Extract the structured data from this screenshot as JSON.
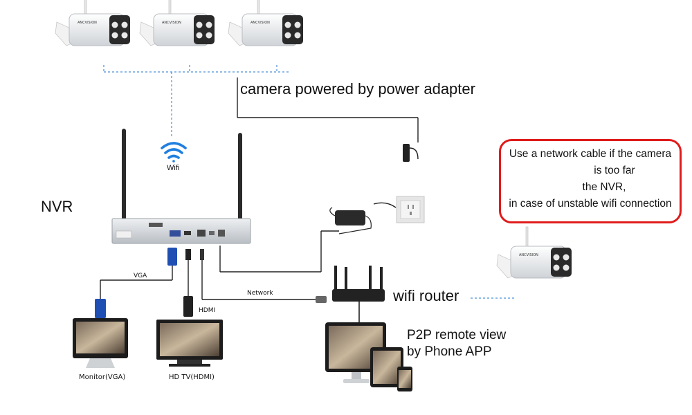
{
  "labels": {
    "camera_power": "camera powered by power adapter",
    "wifi": "Wifi",
    "nvr": "NVR",
    "vga": "VGA",
    "network": "Network",
    "hdmi": "HDMI",
    "wifi_router": "wifi router",
    "monitor": "Monitor(VGA)",
    "hdtv": "HD TV(HDMI)",
    "p2p_line1": "P2P remote view",
    "p2p_line2": "by Phone APP"
  },
  "note": {
    "lines": [
      "Use a network cable if the camera",
      "is too far",
      "the NVR,",
      "in case of unstable wifi connection"
    ],
    "border_color": "#e01b1b"
  },
  "colors": {
    "wifi_link": "#4a90d9",
    "cable": "#222222",
    "device": "#d6d9dc",
    "vga_blue": "#1f4fb3"
  },
  "icons": [
    "camera-icon",
    "wifi-icon",
    "nvr-icon",
    "power-adapter-icon",
    "wall-socket-icon",
    "router-icon",
    "monitor-icon",
    "tv-icon",
    "desktop-icon",
    "tablet-icon",
    "phone-icon"
  ]
}
